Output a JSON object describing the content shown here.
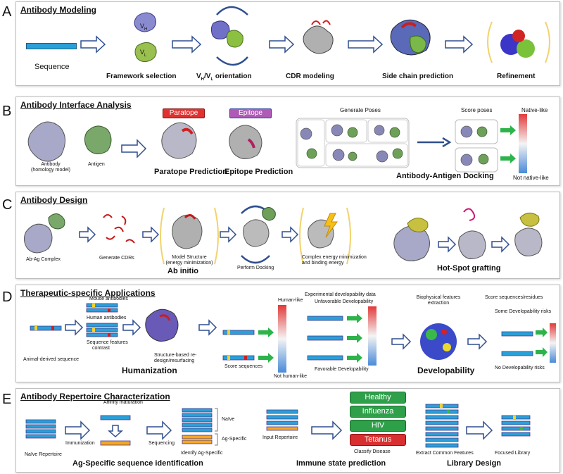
{
  "panels": {
    "A": {
      "letter": "A",
      "title": "Antibody Modeling",
      "sequence": "Sequence",
      "vh": "V",
      "vh_sub": "H",
      "vl": "V",
      "vl_sub": "L",
      "framework": "Framework selection",
      "orientation_pre": "V",
      "orientation_h": "H",
      "orientation_mid": "/V",
      "orientation_l": "L",
      "orientation_post": " orientation",
      "cdr": "CDR modeling",
      "sidechain": "Side chain prediction",
      "refinement": "Refinement"
    },
    "B": {
      "letter": "B",
      "title": "Antibody Interface Analysis",
      "antibody": "Antibody",
      "homology": "(homology model)",
      "antigen": "Antigen",
      "paratope_tag": "Paratope",
      "epitope_tag": "Epitope",
      "paratope_pred": "Paratope Prediction",
      "epitope_pred": "Epitope Prediction",
      "generate_poses": "Generate Poses",
      "score_poses": "Score poses",
      "native_like": "Native-like",
      "not_native_like": "Not native-like",
      "docking": "Antibody-Antigen Docking"
    },
    "C": {
      "letter": "C",
      "title": "Antibody Design",
      "complex": "Ab-Ag Complex",
      "generate_cdrs": "Generate CDRs",
      "model_structure": "Model Structure",
      "energy_min": "(energy minimization)",
      "perform_docking": "Perform Docking",
      "complex_energy_1": "Complex energy minimization",
      "complex_energy_2": "and binding energy",
      "ab_initio": "Ab initio",
      "hotspot": "Hot-Spot grafting"
    },
    "D": {
      "letter": "D",
      "title": "Therapeutic-specific Applications",
      "animal_seq": "Animal-derived sequence",
      "mouse_ab": "Mouse antibodies",
      "human_ab": "Human antibodies",
      "seq_features_1": "Sequence features",
      "seq_features_2": "contrast",
      "structure_based_1": "Structure-based re-",
      "structure_based_2": "design/resurfacing",
      "humanization": "Humanization",
      "score_sequences": "Score sequences",
      "human_like": "Human-like",
      "not_human_like": "Not human-like",
      "exp_dev_data": "Experimental developability data",
      "unfavorable": "Unfavorable Developability",
      "favorable": "Favorable Developability",
      "biophys_1": "Biophysical features",
      "biophys_2": "extraction",
      "developability": "Developability",
      "score_residues": "Score sequences/residues",
      "some_risks": "Some Developability risks",
      "no_risks": "No Developability risks"
    },
    "E": {
      "letter": "E",
      "title": "Antibody Repertoire Characterization",
      "affinity": "Affinity maturation",
      "naive_rep": "Naïve Repertoire",
      "immunization": "Immunization",
      "sequencing": "Sequencing",
      "naive": "Naïve",
      "ag_specific": "Ag-Specific",
      "identify": "Identify Ag-Specific",
      "ag_seq_id": "Ag-Specific sequence identification",
      "input_rep": "Input Repertoire",
      "diseases": [
        "Healthy",
        "Influenza",
        "HIV",
        "Tetanus"
      ],
      "classify": "Classify Disease",
      "immune_state": "Immune state prediction",
      "extract": "Extract Common Features",
      "focused": "Focused Library",
      "library": "Library Design"
    }
  },
  "colors": {
    "seq_blue": "#2aa0d8",
    "seq_orange": "#f5a623",
    "arrow_outline": "#2f4f8f",
    "green_arrow": "#2db34a",
    "paratope": "#e03030",
    "epitope": "#b05ab8",
    "disease_green": "#2fa04a",
    "disease_red": "#d83030",
    "bracket": "#f2d36b"
  }
}
